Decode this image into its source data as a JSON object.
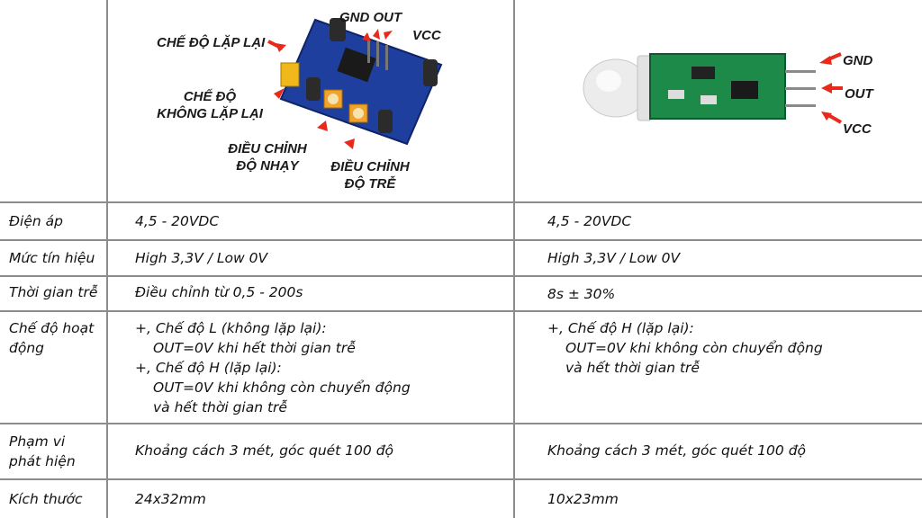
{
  "sensor1": {
    "callouts": {
      "mode_repeat": "CHẾ ĐỘ LẶP LẠI",
      "mode_no_repeat_1": "CHẾ ĐỘ",
      "mode_no_repeat_2": "KHÔNG LẶP LẠI",
      "sens_1": "ĐIỀU CHỈNH",
      "sens_2": "ĐỘ NHẠY",
      "delay_1": "ĐIỀU CHỈNH",
      "delay_2": "ĐỘ TRỄ",
      "gnd_out": "GND OUT",
      "vcc": "VCC"
    }
  },
  "sensor2": {
    "callouts": {
      "gnd": "GND",
      "out": "OUT",
      "vcc": "VCC"
    }
  },
  "rows": {
    "voltage": {
      "label": "Điện áp",
      "s1": "4,5 - 20VDC",
      "s2": "4,5 - 20VDC"
    },
    "signal": {
      "label": "Mức tín hiệu",
      "s1": "High 3,3V / Low 0V",
      "s2": "High 3,3V / Low 0V"
    },
    "delay": {
      "label": "Thời gian trễ",
      "s1": "Điều chỉnh từ 0,5 - 200s",
      "s2": "8s ± 30%"
    },
    "mode": {
      "label": "Chế độ hoạt động",
      "s1": [
        "+, Chế độ L (không lặp lại):",
        "OUT=0V khi hết thời gian trễ",
        "+, Chế độ H (lặp lại):",
        "OUT=0V khi không còn chuyển động",
        "và hết thời gian trễ"
      ],
      "s2": [
        "+, Chế độ H (lặp lại):",
        "OUT=0V khi không còn chuyển động",
        "và hết thời gian trễ"
      ]
    },
    "range": {
      "label": "Phạm vi phát hiện",
      "s1": "Khoảng cách 3 mét, góc quét 100 độ",
      "s2": "Khoảng cách 3 mét, góc quét 100 độ"
    },
    "size": {
      "label": "Kích thước",
      "s1": "24x32mm",
      "s2": "10x23mm"
    }
  }
}
